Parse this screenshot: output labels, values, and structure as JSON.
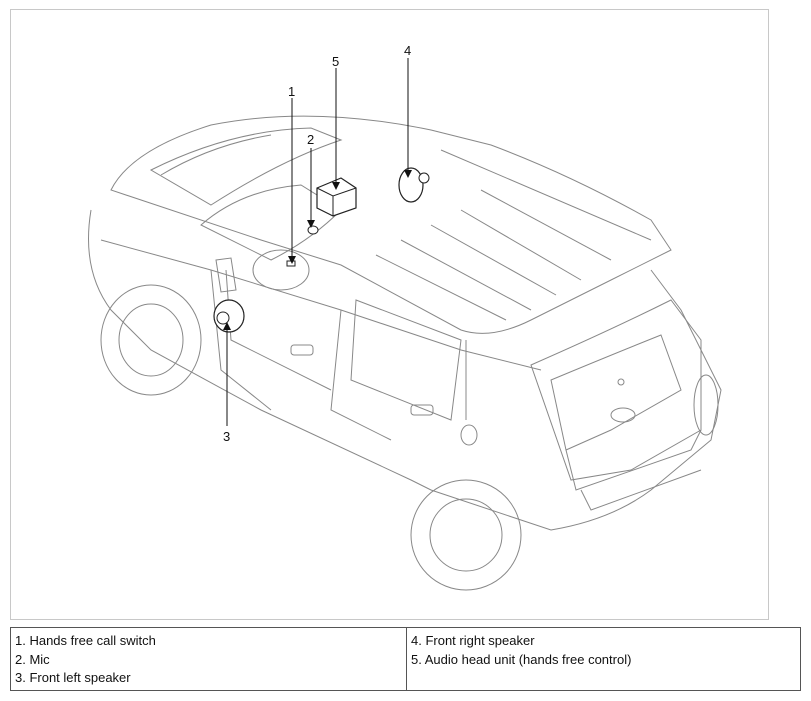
{
  "callouts": [
    {
      "num": "1",
      "label": "Hands free call switch"
    },
    {
      "num": "2",
      "label": "Mic"
    },
    {
      "num": "3",
      "label": "Front left speaker"
    },
    {
      "num": "4",
      "label": "Front right speaker"
    },
    {
      "num": "5",
      "label": "Audio head unit (hands free control)"
    }
  ],
  "legend": {
    "left": [
      "1. Hands free call switch",
      "2. Mic",
      "3. Front left speaker"
    ],
    "right": [
      "4. Front right speaker",
      "5. Audio head unit (hands free control)"
    ]
  }
}
